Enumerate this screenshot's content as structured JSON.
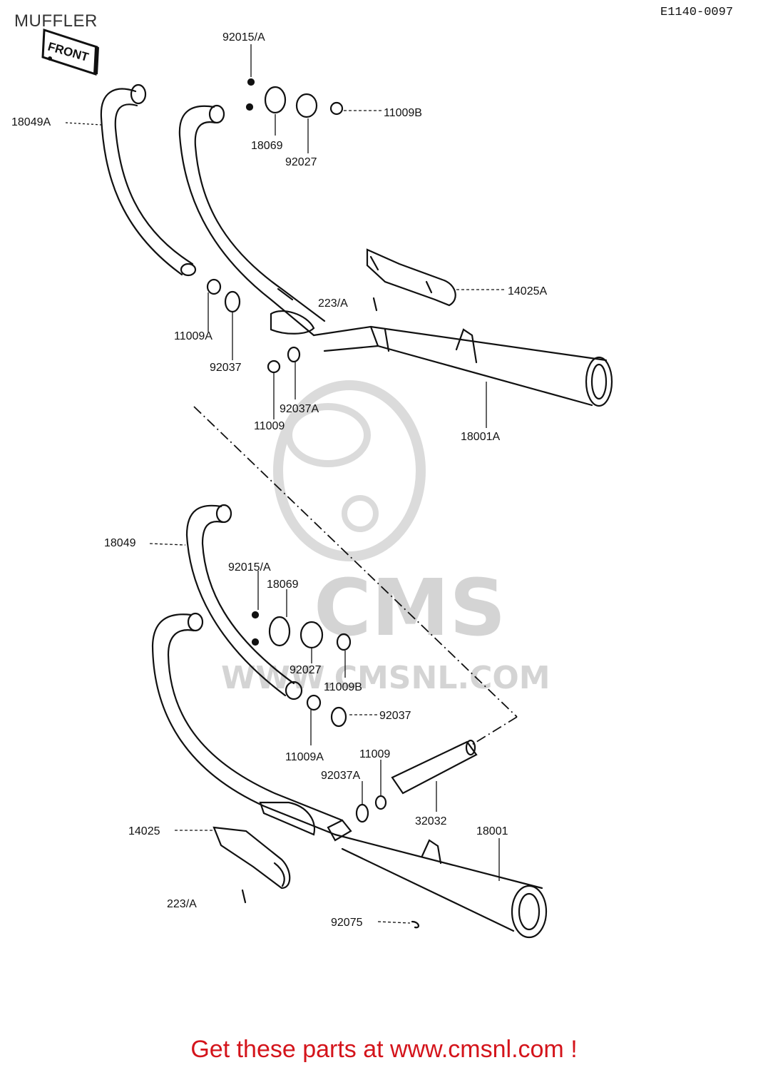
{
  "header": {
    "section_title": "MUFFLER",
    "drawing_number": "E1140-0097"
  },
  "direction_tag": "FRONT",
  "watermark": {
    "brand": "CMS",
    "site": "WWW.CMSNL.COM"
  },
  "upper_assembly": {
    "callouts": [
      {
        "id": "u-92015a",
        "part": "92015/A"
      },
      {
        "id": "u-18049a",
        "part": "18049A"
      },
      {
        "id": "u-11009b",
        "part": "11009B"
      },
      {
        "id": "u-18069",
        "part": "18069"
      },
      {
        "id": "u-92027",
        "part": "92027"
      },
      {
        "id": "u-14025a",
        "part": "14025A"
      },
      {
        "id": "u-223a",
        "part": "223/A"
      },
      {
        "id": "u-11009a",
        "part": "11009A"
      },
      {
        "id": "u-92037",
        "part": "92037"
      },
      {
        "id": "u-92037a",
        "part": "92037A"
      },
      {
        "id": "u-11009",
        "part": "11009"
      },
      {
        "id": "u-18001a",
        "part": "18001A"
      }
    ]
  },
  "lower_assembly": {
    "callouts": [
      {
        "id": "l-18049",
        "part": "18049"
      },
      {
        "id": "l-92015a",
        "part": "92015/A"
      },
      {
        "id": "l-18069",
        "part": "18069"
      },
      {
        "id": "l-92027",
        "part": "92027"
      },
      {
        "id": "l-11009b",
        "part": "11009B"
      },
      {
        "id": "l-92037",
        "part": "92037"
      },
      {
        "id": "l-11009a",
        "part": "11009A"
      },
      {
        "id": "l-11009",
        "part": "11009"
      },
      {
        "id": "l-92037a",
        "part": "92037A"
      },
      {
        "id": "l-32032",
        "part": "32032"
      },
      {
        "id": "l-18001",
        "part": "18001"
      },
      {
        "id": "l-14025",
        "part": "14025"
      },
      {
        "id": "l-223a",
        "part": "223/A"
      },
      {
        "id": "l-92075",
        "part": "92075"
      }
    ]
  },
  "footer": {
    "cta": "Get these parts at www.cmsnl.com !"
  },
  "colors": {
    "line": "#111111",
    "watermark": "#d0d0d0",
    "footer_text": "#d4141b"
  }
}
